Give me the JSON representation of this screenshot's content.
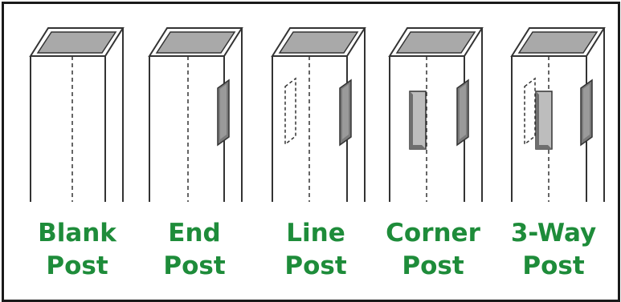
{
  "colors": {
    "label": "#1e8c3a",
    "frame": "#1a1a1a",
    "post_outline": "#333333",
    "post_face": "#ffffff",
    "post_top_inner": "#a9a9a9",
    "slot_fill": "#7a7a7a"
  },
  "posts": [
    {
      "line1": "Blank",
      "line2": "Post",
      "front_slot": "none",
      "side_slot": false
    },
    {
      "line1": "End",
      "line2": "Post",
      "front_slot": "none",
      "side_slot": true
    },
    {
      "line1": "Line",
      "line2": "Post",
      "front_slot": "hidden",
      "side_slot": true
    },
    {
      "line1": "Corner",
      "line2": "Post",
      "front_slot": "open",
      "side_slot": true
    },
    {
      "line1": "3-Way",
      "line2": "Post",
      "front_slot": "both",
      "side_slot": true
    }
  ]
}
